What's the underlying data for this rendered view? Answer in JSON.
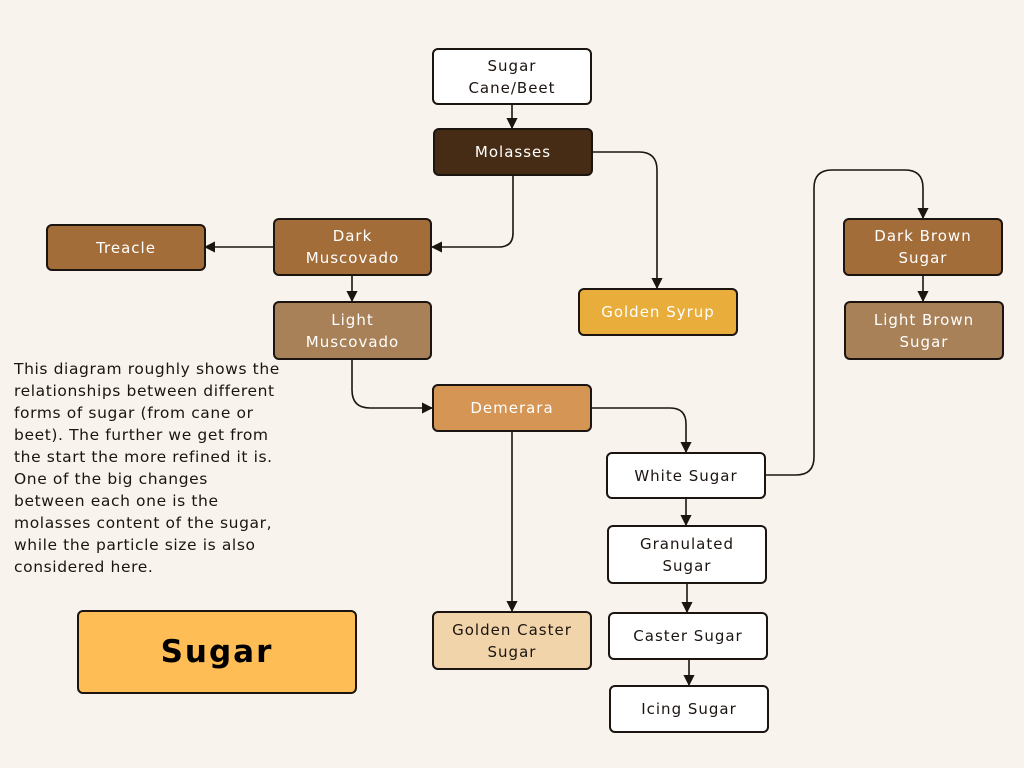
{
  "title": "Sugar",
  "description": "This diagram roughly shows the relationships between different forms of sugar (from cane or beet). The further we get from the start the more refined it is. One of the big changes between each one is the molasses content of the sugar, while the particle size is also considered here.",
  "nodes": {
    "sugar_cane_beet": "Sugar Cane/Beet",
    "molasses": "Molasses",
    "treacle": "Treacle",
    "dark_muscovado": "Dark Muscovado",
    "light_muscovado": "Light Muscovado",
    "golden_syrup": "Golden Syrup",
    "demerara": "Demerara",
    "white_sugar": "White Sugar",
    "granulated_sugar": "Granulated Sugar",
    "caster_sugar": "Caster Sugar",
    "icing_sugar": "Icing Sugar",
    "golden_caster_sugar": "Golden Caster Sugar",
    "dark_brown_sugar": "Dark Brown Sugar",
    "light_brown_sugar": "Light Brown Sugar"
  },
  "edges": [
    [
      "sugar_cane_beet",
      "molasses"
    ],
    [
      "molasses",
      "dark_muscovado"
    ],
    [
      "molasses",
      "golden_syrup"
    ],
    [
      "dark_muscovado",
      "treacle"
    ],
    [
      "dark_muscovado",
      "light_muscovado"
    ],
    [
      "light_muscovado",
      "demerara"
    ],
    [
      "demerara",
      "white_sugar"
    ],
    [
      "demerara",
      "golden_caster_sugar"
    ],
    [
      "white_sugar",
      "granulated_sugar"
    ],
    [
      "white_sugar",
      "dark_brown_sugar"
    ],
    [
      "granulated_sugar",
      "caster_sugar"
    ],
    [
      "caster_sugar",
      "icing_sugar"
    ],
    [
      "dark_brown_sugar",
      "light_brown_sugar"
    ]
  ],
  "colors": {
    "background": "#f8f3ec",
    "outline": "#1c1410",
    "molasses": "#472c15",
    "dark_brown": "#a36d3a",
    "light_brown": "#a88158",
    "demerara": "#d49555",
    "golden_syrup": "#e8ad3a",
    "golden_caster": "#f2d4ab",
    "title_box": "#ffbe55",
    "white": "#ffffff"
  }
}
